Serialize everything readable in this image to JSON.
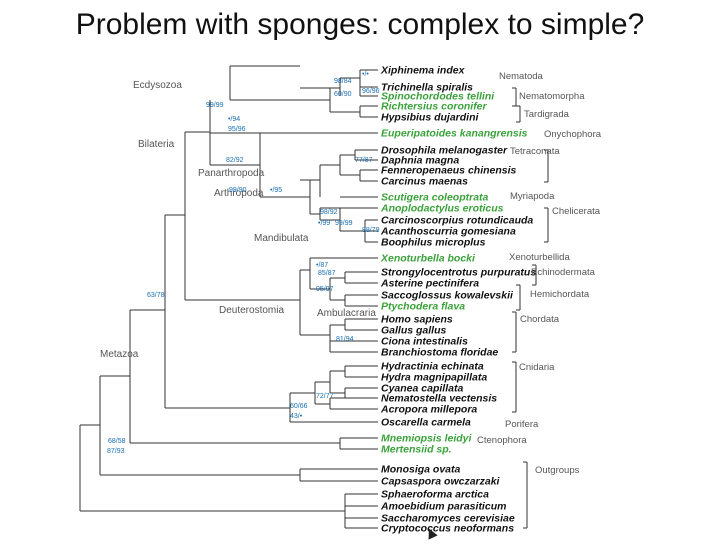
{
  "title": "Problem with sponges: complex to simple?",
  "colors": {
    "black_taxon": "#111111",
    "green_taxon": "#3aa23a",
    "blue_taxon": "#1c5fb0",
    "support": "#1a6fb5",
    "label": "#555555"
  },
  "clades": [
    {
      "name": "Ecdysozoa"
    },
    {
      "name": "Bilateria"
    },
    {
      "name": "Panarthropoda"
    },
    {
      "name": "Arthropoda"
    },
    {
      "name": "Mandibulata"
    },
    {
      "name": "Deuterostomia"
    },
    {
      "name": "Ambulacraria"
    },
    {
      "name": "Metazoa"
    }
  ],
  "groups": [
    {
      "name": "Nematoda"
    },
    {
      "name": "Nematomorpha"
    },
    {
      "name": "Tardigrada"
    },
    {
      "name": "Onychophora"
    },
    {
      "name": "Tetraconata"
    },
    {
      "name": "Myriapoda"
    },
    {
      "name": "Chelicerata"
    },
    {
      "name": "Xenoturbellida"
    },
    {
      "name": "Echinodermata"
    },
    {
      "name": "Hemichordata"
    },
    {
      "name": "Chordata"
    },
    {
      "name": "Cnidaria"
    },
    {
      "name": "Porifera"
    },
    {
      "name": "Ctenophora"
    },
    {
      "name": "Outgroups"
    }
  ],
  "taxa": [
    {
      "name": "Xiphinema index",
      "color": "#111111"
    },
    {
      "name": "Trichinella spiralis",
      "color": "#111111"
    },
    {
      "name": "Spinochordodes tellini",
      "color": "#3aa23a"
    },
    {
      "name": "Richtersius coronifer",
      "color": "#3aa23a"
    },
    {
      "name": "Hypsibius dujardini",
      "color": "#111111"
    },
    {
      "name": "Euperipatoides kanangrensis",
      "color": "#3aa23a"
    },
    {
      "name": "Drosophila melanogaster",
      "color": "#111111"
    },
    {
      "name": "Daphnia magna",
      "color": "#111111"
    },
    {
      "name": "Fenneropenaeus chinensis",
      "color": "#111111"
    },
    {
      "name": "Carcinus maenas",
      "color": "#111111"
    },
    {
      "name": "Scutigera coleoptrata",
      "color": "#3aa23a"
    },
    {
      "name": "Anoplodactylus eroticus",
      "color": "#3aa23a"
    },
    {
      "name": "Carcinoscorpius rotundicauda",
      "color": "#111111"
    },
    {
      "name": "Acanthoscurria gomesiana",
      "color": "#111111"
    },
    {
      "name": "Boophilus microplus",
      "color": "#111111"
    },
    {
      "name": "Xenoturbella bocki",
      "color": "#3aa23a"
    },
    {
      "name": "Strongylocentrotus purpuratus",
      "color": "#111111"
    },
    {
      "name": "Asterine pectinifera",
      "color": "#111111"
    },
    {
      "name": "Saccoglossus kowalevskii",
      "color": "#111111"
    },
    {
      "name": "Ptychodera flava",
      "color": "#3aa23a"
    },
    {
      "name": "Homo sapiens",
      "color": "#111111"
    },
    {
      "name": "Gallus gallus",
      "color": "#111111"
    },
    {
      "name": "Ciona intestinalis",
      "color": "#111111"
    },
    {
      "name": "Branchiostoma floridae",
      "color": "#111111"
    },
    {
      "name": "Hydractinia echinata",
      "color": "#111111"
    },
    {
      "name": "Hydra magnipapillata",
      "color": "#111111"
    },
    {
      "name": "Cyanea capillata",
      "color": "#111111"
    },
    {
      "name": "Nematostella vectensis",
      "color": "#111111"
    },
    {
      "name": "Acropora millepora",
      "color": "#111111"
    },
    {
      "name": "Oscarella carmela",
      "color": "#111111"
    },
    {
      "name": "Mnemiopsis leidyi",
      "color": "#3aa23a"
    },
    {
      "name": "Mertensiid sp.",
      "color": "#3aa23a"
    },
    {
      "name": "Monosiga ovata",
      "color": "#111111"
    },
    {
      "name": "Capsaspora owczarzaki",
      "color": "#111111"
    },
    {
      "name": "Sphaeroforma arctica",
      "color": "#111111"
    },
    {
      "name": "Amoebidium parasiticum",
      "color": "#111111"
    },
    {
      "name": "Saccharomyces cerevisiae",
      "color": "#111111"
    },
    {
      "name": "Cryptococcus neoformans",
      "color": "#111111"
    }
  ],
  "support": [
    {
      "text": "•/•"
    },
    {
      "text": "98/84"
    },
    {
      "text": "96/96"
    },
    {
      "text": "60/90"
    },
    {
      "text": "99/99"
    },
    {
      "text": "•/94"
    },
    {
      "text": "95/96"
    },
    {
      "text": "82/92"
    },
    {
      "text": "99/90"
    },
    {
      "text": "•/95"
    },
    {
      "text": "77/87"
    },
    {
      "text": "98/92"
    },
    {
      "text": "•/99"
    },
    {
      "text": "99/99"
    },
    {
      "text": "88/79"
    },
    {
      "text": "•/87"
    },
    {
      "text": "85/87"
    },
    {
      "text": "95/97"
    },
    {
      "text": "63/78"
    },
    {
      "text": "81/94"
    },
    {
      "text": "72/77"
    },
    {
      "text": "60/66"
    },
    {
      "text": "43/•"
    },
    {
      "text": "68/58"
    },
    {
      "text": "87/93"
    }
  ]
}
